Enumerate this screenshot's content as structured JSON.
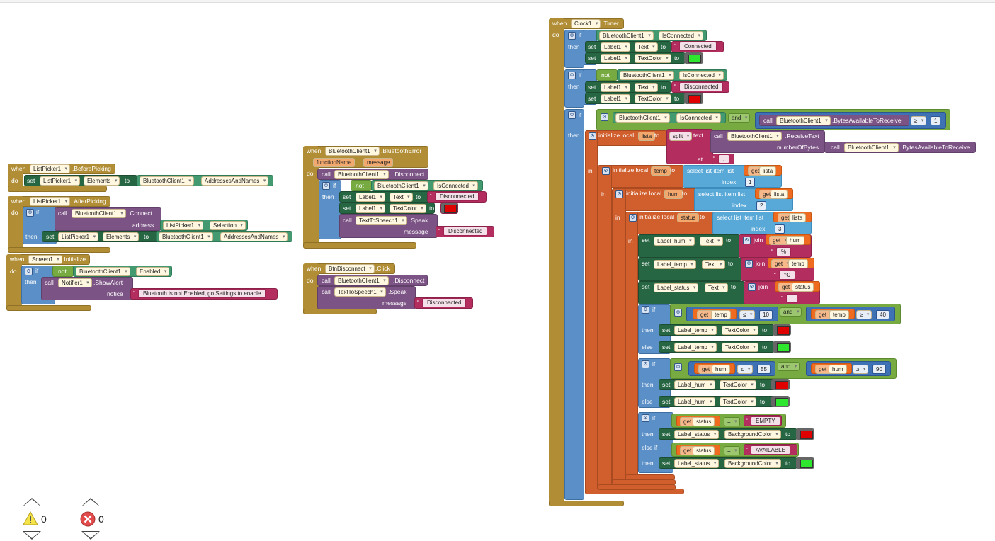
{
  "warnings": {
    "count": "0"
  },
  "errors": {
    "count": "0"
  },
  "kw": {
    "when": "when",
    "do": "do",
    "if": "if",
    "then": "then",
    "else": "else",
    "elseif": "else if",
    "set": "set",
    "to": "to",
    "call": "call",
    "not": "not",
    "and": "and",
    "get": "get",
    "in": "in",
    "join": "join",
    "index": "index",
    "at": "at",
    "initialize_local": "initialize local",
    "split": "split",
    "text": "text",
    "select_list_item": "select list item  list",
    "address": "address",
    "notice": "notice",
    "message": "message",
    "numberOfBytes": "numberOfBytes",
    "eq": "=",
    "le": "≤",
    "ge": "≥"
  },
  "colors": {
    "green": "#2ee62e",
    "red": "#e00000",
    "event": "#b18e35",
    "set": "#266643",
    "call": "#7c5385",
    "text": "#b32d5e"
  },
  "bp": {
    "comp": "ListPicker1",
    "event": ".BeforePicking",
    "set_comp": "ListPicker1",
    "set_prop": "Elements",
    "val_comp": "BluetoothClient1",
    "val_prop": "AddressesAndNames"
  },
  "ap": {
    "comp": "ListPicker1",
    "event": ".AfterPicking",
    "call_comp": "BluetoothClient1",
    "call_method": ".Connect",
    "addr_comp": "ListPicker1",
    "addr_prop": "Selection",
    "set_comp": "ListPicker1",
    "set_prop": "Elements",
    "val_comp": "BluetoothClient1",
    "val_prop": "AddressesAndNames"
  },
  "si": {
    "comp": "Screen1",
    "event": ".Initialize",
    "not_comp": "BluetoothClient1",
    "not_prop": "Enabled",
    "call_comp": "Notifier1",
    "call_method": ".ShowAlert",
    "notice": "Bluetooth is not Enabled, go Settings to enable"
  },
  "be": {
    "comp": "BluetoothClient1",
    "event": ".BluetoothError",
    "p1": "functionName",
    "p2": "message",
    "call_comp": "BluetoothClient1",
    "call_method": ".Disconnect",
    "not_comp": "BluetoothClient1",
    "not_prop": "IsConnected",
    "set1_comp": "Label1",
    "set1_prop": "Text",
    "set1_val": "Disconnected",
    "set2_comp": "Label1",
    "set2_prop": "TextColor",
    "speak_comp": "TextToSpeech1",
    "speak_method": ".Speak",
    "speak_msg": "Disconnected"
  },
  "bd": {
    "comp": "BtnDisconnect",
    "event": ".Click",
    "call_comp": "BluetoothClient1",
    "call_method": ".Disconnect",
    "speak_comp": "TextToSpeech1",
    "speak_method": ".Speak",
    "speak_msg": "Disconnected"
  },
  "ct": {
    "comp": "Clock1",
    "event": ".Timer",
    "if1_comp": "BluetoothClient1",
    "if1_prop": "IsConnected",
    "s1_comp": "Label1",
    "s1_prop": "Text",
    "s1_val": "Connected",
    "s2_comp": "Label1",
    "s2_prop": "TextColor",
    "if2_comp": "BluetoothClient1",
    "if2_prop": "IsConnected",
    "s3_comp": "Label1",
    "s3_prop": "Text",
    "s3_val": "Disconnected",
    "s4_comp": "Label1",
    "s4_prop": "TextColor",
    "if3_comp": "BluetoothClient1",
    "if3_prop": "IsConnected",
    "bytes_comp": "BluetoothClient1",
    "bytes_method": ".BytesAvailableToReceive",
    "one": "1",
    "lista": "lista",
    "recv_comp": "BluetoothClient1",
    "recv_method": ".ReceiveText",
    "bytes2_comp": "BluetoothClient1",
    "bytes2_method": ".BytesAvailableToReceive",
    "sep": ",",
    "temp": "temp",
    "hum": "hum",
    "status": "status",
    "idx1": "1",
    "idx2": "2",
    "idx3": "3",
    "lh_comp": "Label_hum",
    "lh_prop": "Text",
    "pct": "%",
    "lt_comp": "Label_temp",
    "lt_prop": "Text",
    "degc": "°C",
    "ls_comp": "Label_status",
    "ls_prop": "Text",
    "dot": ".",
    "t_lo": "10",
    "t_hi": "40",
    "ltc_comp": "Label_temp",
    "ltc_prop": "TextColor",
    "h_lo": "55",
    "h_hi": "90",
    "lhc_comp": "Label_hum",
    "lhc_prop": "TextColor",
    "empty": "EMPTY",
    "available": "AVAILABLE",
    "lsb_comp": "Label_status",
    "lsb_prop": "BackgroundColor"
  }
}
